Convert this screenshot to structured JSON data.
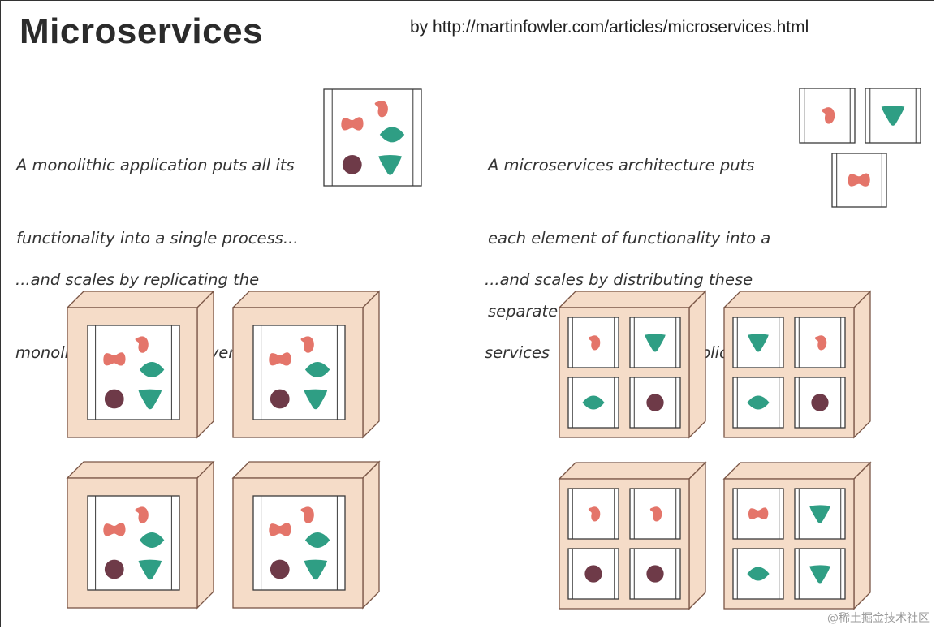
{
  "title": "Microservices",
  "credit": "by http://martinfowler.com/articles/microservices.html",
  "captions": {
    "monolith_process": [
      "A monolithic application puts all its",
      "functionality into a single process..."
    ],
    "micro_service": [
      "A microservices architecture puts",
      "each element of functionality into a",
      "separate service..."
    ],
    "monolith_scale": [
      "...and scales by replicating the",
      "monolith on multiple servers"
    ],
    "micro_scale": [
      "...and scales by distributing these",
      "services  across servers, replicating as needed."
    ]
  },
  "watermark": "@稀土掘金技术社区",
  "colors": {
    "server_face": "#f5dcc8",
    "server_edge": "#7a5646",
    "salmon": "#e4756a",
    "teal": "#2f9e84",
    "maroon": "#6e3a48",
    "frame": "#333333"
  },
  "icons": {
    "kidney": "kidney-shape-icon",
    "bone": "bone-shape-icon",
    "diamond": "diamond-shape-icon",
    "circle": "circle-shape-icon",
    "triangle": "triangle-shape-icon"
  }
}
